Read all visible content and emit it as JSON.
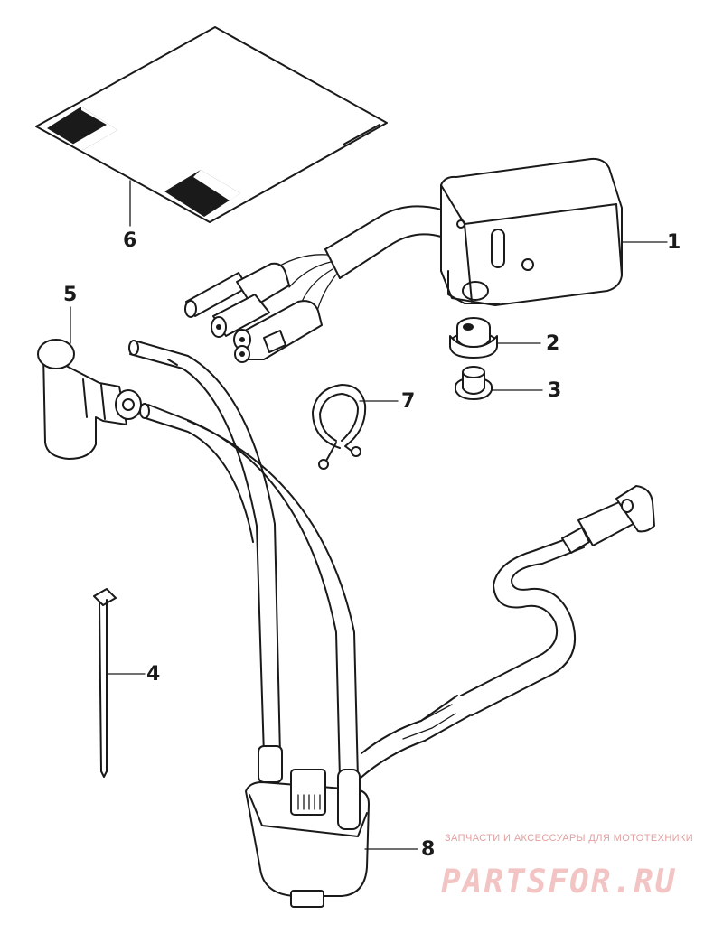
{
  "callouts": {
    "part1": "1",
    "part2": "2",
    "part3": "3",
    "part4": "4",
    "part5": "5",
    "part6": "6",
    "part7": "7",
    "part8": "8"
  },
  "watermark": {
    "tagline": "ЗАПЧАСТИ И АКСЕССУАРЫ ДЛЯ МОТОТЕХНИКИ",
    "brand": "PARTSFOR.RU"
  },
  "colors": {
    "line": "#1a1a1a",
    "watermark_text": "#e3a0a0",
    "watermark_logo": "#f2c4c4"
  }
}
